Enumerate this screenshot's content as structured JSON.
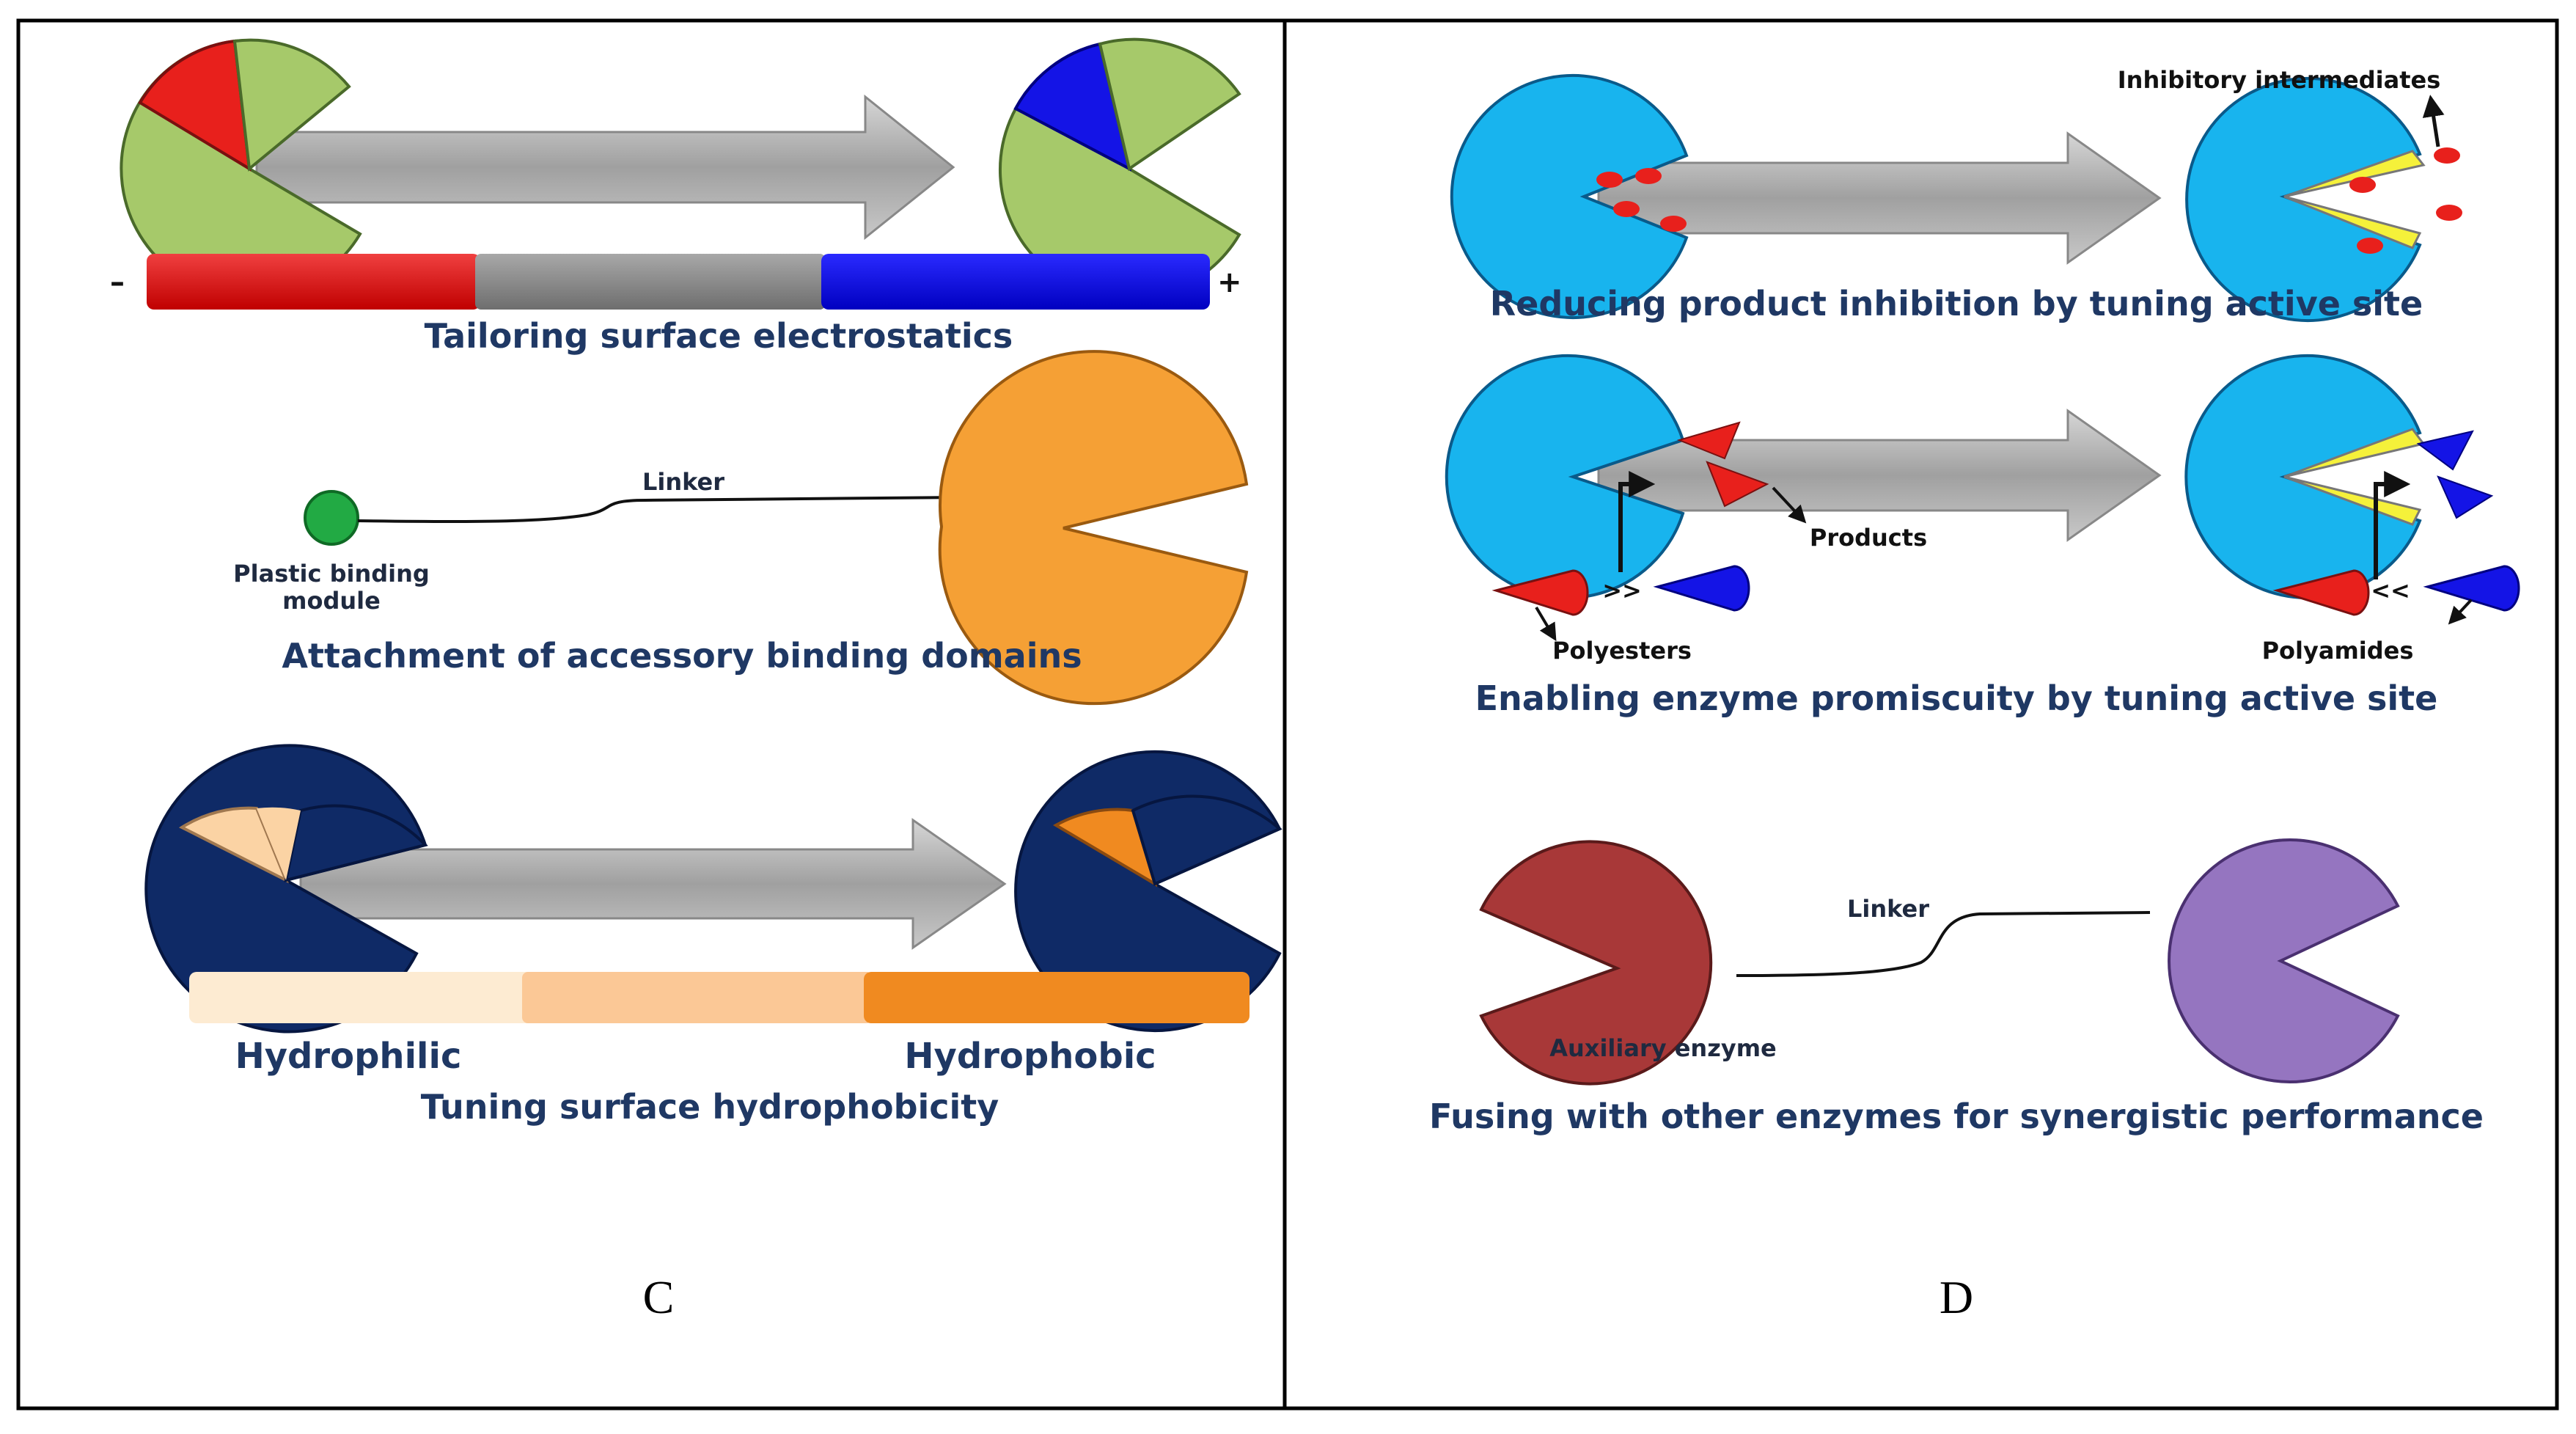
{
  "panels": {
    "left": {
      "letter": "C",
      "electrostatics": {
        "minus": "–",
        "plus": "+",
        "title": "Tailoring surface electrostatics"
      },
      "binding": {
        "linker": "Linker",
        "module_line1": "Plastic binding",
        "module_line2": "module",
        "title": "Attachment of accessory binding domains"
      },
      "hydrophobicity": {
        "hydrophilic": "Hydrophilic",
        "hydrophobic": "Hydrophobic",
        "title": "Tuning surface hydrophobicity"
      }
    },
    "right": {
      "letter": "D",
      "inhibition": {
        "intermediates": "Inhibitory intermediates",
        "title": "Reducing product inhibition by tuning active site"
      },
      "promiscuity": {
        "products": "Products",
        "polyesters": "Polyesters",
        "polyamides": "Polyamides",
        "gt": ">>",
        "lt": "<<",
        "title": "Enabling enzyme promiscuity by tuning active site"
      },
      "fusion": {
        "linker": "Linker",
        "auxiliary": "Auxiliary enzyme",
        "title": "Fusing with other enzymes for synergistic performance"
      }
    }
  },
  "colors": {
    "green": "#a6c96a",
    "red": "#e8201c",
    "blue": "#1414e6",
    "gray": "#8c8c8c",
    "cyan": "#18b4ee",
    "navy": "#0f2a66",
    "peach": "#fbd3a4",
    "orange": "#f08a20",
    "maroon": "#a83838",
    "purple": "#9575c0",
    "yellow": "#f5f13a",
    "plain_orange": "#f5a035",
    "module_green": "#22aa44",
    "title_blue": "#1f3864"
  }
}
